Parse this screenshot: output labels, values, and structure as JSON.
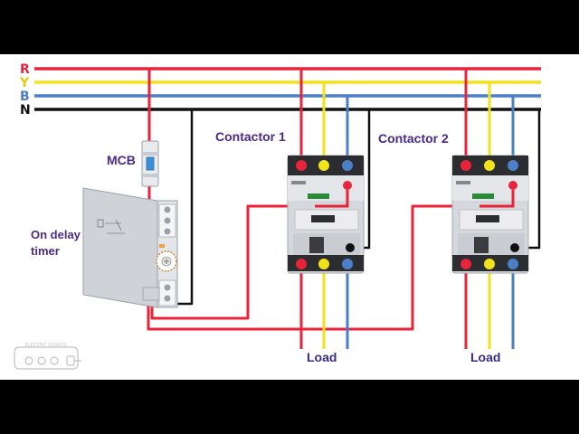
{
  "phases": {
    "r": "R",
    "y": "Y",
    "b": "B",
    "n": "N"
  },
  "labels": {
    "mcb": "MCB",
    "contactor1": "Contactor 1",
    "contactor2": "Contactor 2",
    "timer": "On delay\ntimer",
    "load1": "Load",
    "load2": "Load"
  },
  "colors": {
    "red": "#e8233a",
    "yellow": "#f2e21a",
    "blue": "#4b7fc8",
    "neutral": "#111111",
    "label_text": "#4a2a8a",
    "load_text": "#3a2a8a"
  },
  "icons": [
    "electric-school-logo-icon",
    "plug-icon"
  ]
}
